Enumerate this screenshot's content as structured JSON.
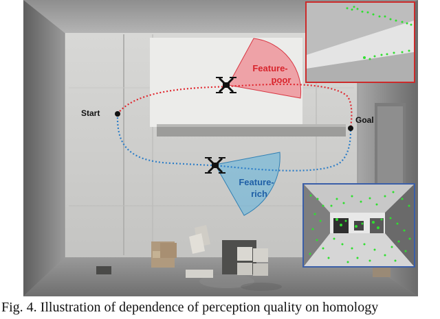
{
  "figure": {
    "labels": {
      "start": "Start",
      "goal": "Goal",
      "feature_poor_line1": "Feature-",
      "feature_poor_line2": "poor",
      "feature_rich_line1": "Feature-",
      "feature_rich_line2": "rich"
    },
    "colors": {
      "poor_path": "#e0242c",
      "rich_path": "#2a7cc7",
      "poor_cone": "#f06670",
      "rich_cone": "#67b5dc",
      "inset_top_border": "#cc2a2a",
      "inset_bottom_border": "#3a5ea8",
      "feature_points": "#2fe02f"
    },
    "icons": [
      "drone-icon",
      "start-marker-icon",
      "goal-marker-icon"
    ]
  },
  "caption": "Fig. 4. Illustration of dependence of perception quality on homology"
}
